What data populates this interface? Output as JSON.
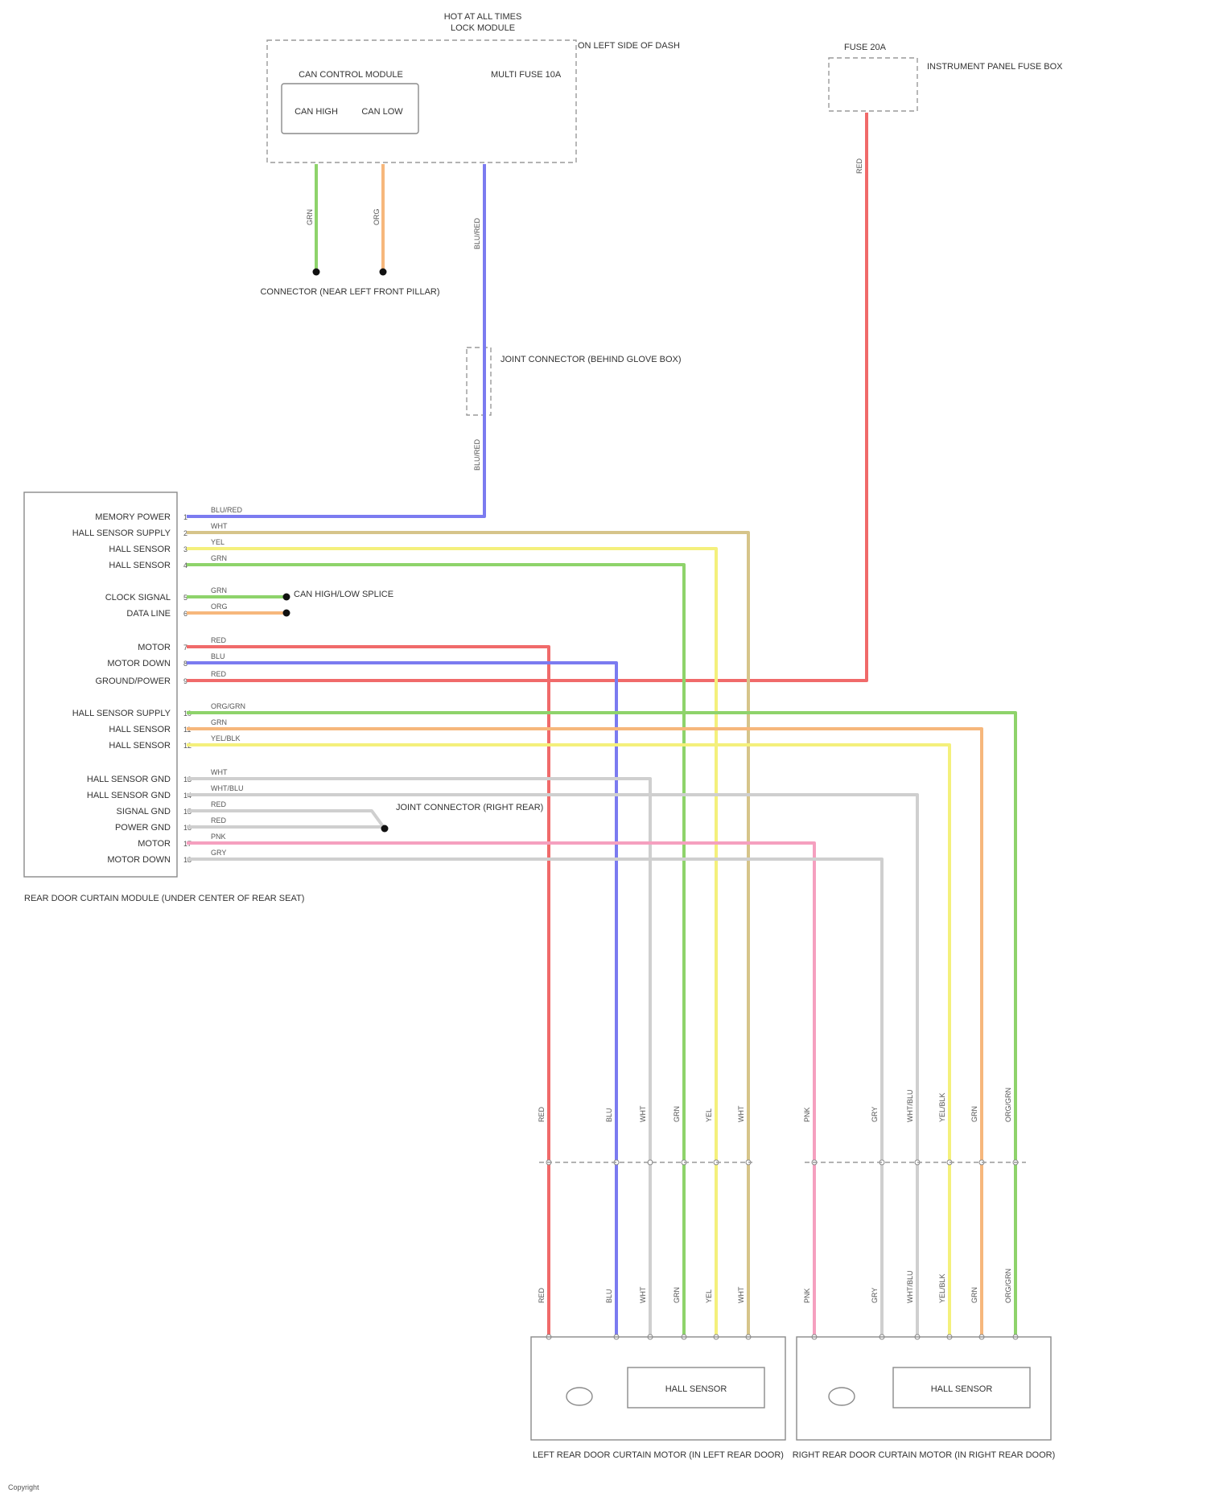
{
  "colors": {
    "blue": "#7b7bf0",
    "red": "#f06a6a",
    "green": "#8ed36b",
    "orange": "#f6b77c",
    "yellow": "#f4f07c",
    "tan": "#d6c48a",
    "pink": "#f5a0bf",
    "gray": "#cfcfcf"
  },
  "wire_colors": {
    "blu_red": "BLU/RED",
    "red": "RED",
    "yel": "YEL",
    "grn": "GRN",
    "org": "ORG",
    "blu": "BLU",
    "org_grn": "ORG/GRN",
    "wht": "WHT",
    "wht_blu": "WHT/BLU",
    "pnk": "PNK",
    "gry": "GRY",
    "yel_blk": "YEL/BLK"
  },
  "module_pins": [
    {
      "num": "1",
      "label": "MEMORY POWER"
    },
    {
      "num": "2",
      "label": "HALL SENSOR SUPPLY"
    },
    {
      "num": "3",
      "label": "HALL SENSOR"
    },
    {
      "num": "4",
      "label": "HALL SENSOR"
    },
    {
      "num": "5",
      "label": "CLOCK SIGNAL"
    },
    {
      "num": "6",
      "label": "DATA LINE"
    },
    {
      "num": "7",
      "label": "MOTOR"
    },
    {
      "num": "8",
      "label": "MOTOR DOWN"
    },
    {
      "num": "9",
      "label": "GROUND/POWER"
    },
    {
      "num": "10",
      "label": "HALL SENSOR SUPPLY"
    },
    {
      "num": "11",
      "label": "HALL SENSOR"
    },
    {
      "num": "12",
      "label": "HALL SENSOR"
    },
    {
      "num": "13",
      "label": "HALL SENSOR GND"
    },
    {
      "num": "14",
      "label": "HALL SENSOR GND"
    },
    {
      "num": "15",
      "label": "SIGNAL GND"
    },
    {
      "num": "16",
      "label": "POWER GND"
    },
    {
      "num": "17",
      "label": "MOTOR"
    },
    {
      "num": "18",
      "label": "MOTOR DOWN"
    }
  ],
  "module_caption": "REAR DOOR CURTAIN MODULE (UNDER CENTER OF REAR SEAT)",
  "top_module": {
    "title": "HOT AT ALL TIMES",
    "subtitle": "LOCK MODULE",
    "inner": "CAN CONTROL MODULE",
    "pin_a": "CAN HIGH",
    "pin_b": "CAN LOW",
    "fuse": "MULTI FUSE 10A",
    "side_label": "ON LEFT SIDE OF DASH"
  },
  "ground_label": "CONNECTOR (NEAR LEFT FRONT PILLAR)",
  "splice_label": "JOINT CONNECTOR (BEHIND GLOVE BOX)",
  "tr_fuse": "FUSE 20A",
  "tr_label": "INSTRUMENT PANEL FUSE BOX",
  "can_label": "CAN HIGH/LOW SPLICE",
  "right_splice_label": "JOINT CONNECTOR (RIGHT REAR)",
  "hall_sensor": "HALL SENSOR",
  "left_motor": "LEFT REAR DOOR CURTAIN MOTOR (IN LEFT REAR DOOR)",
  "right_motor": "RIGHT REAR DOOR CURTAIN MOTOR (IN RIGHT REAR DOOR)",
  "watermark": "Copyright"
}
